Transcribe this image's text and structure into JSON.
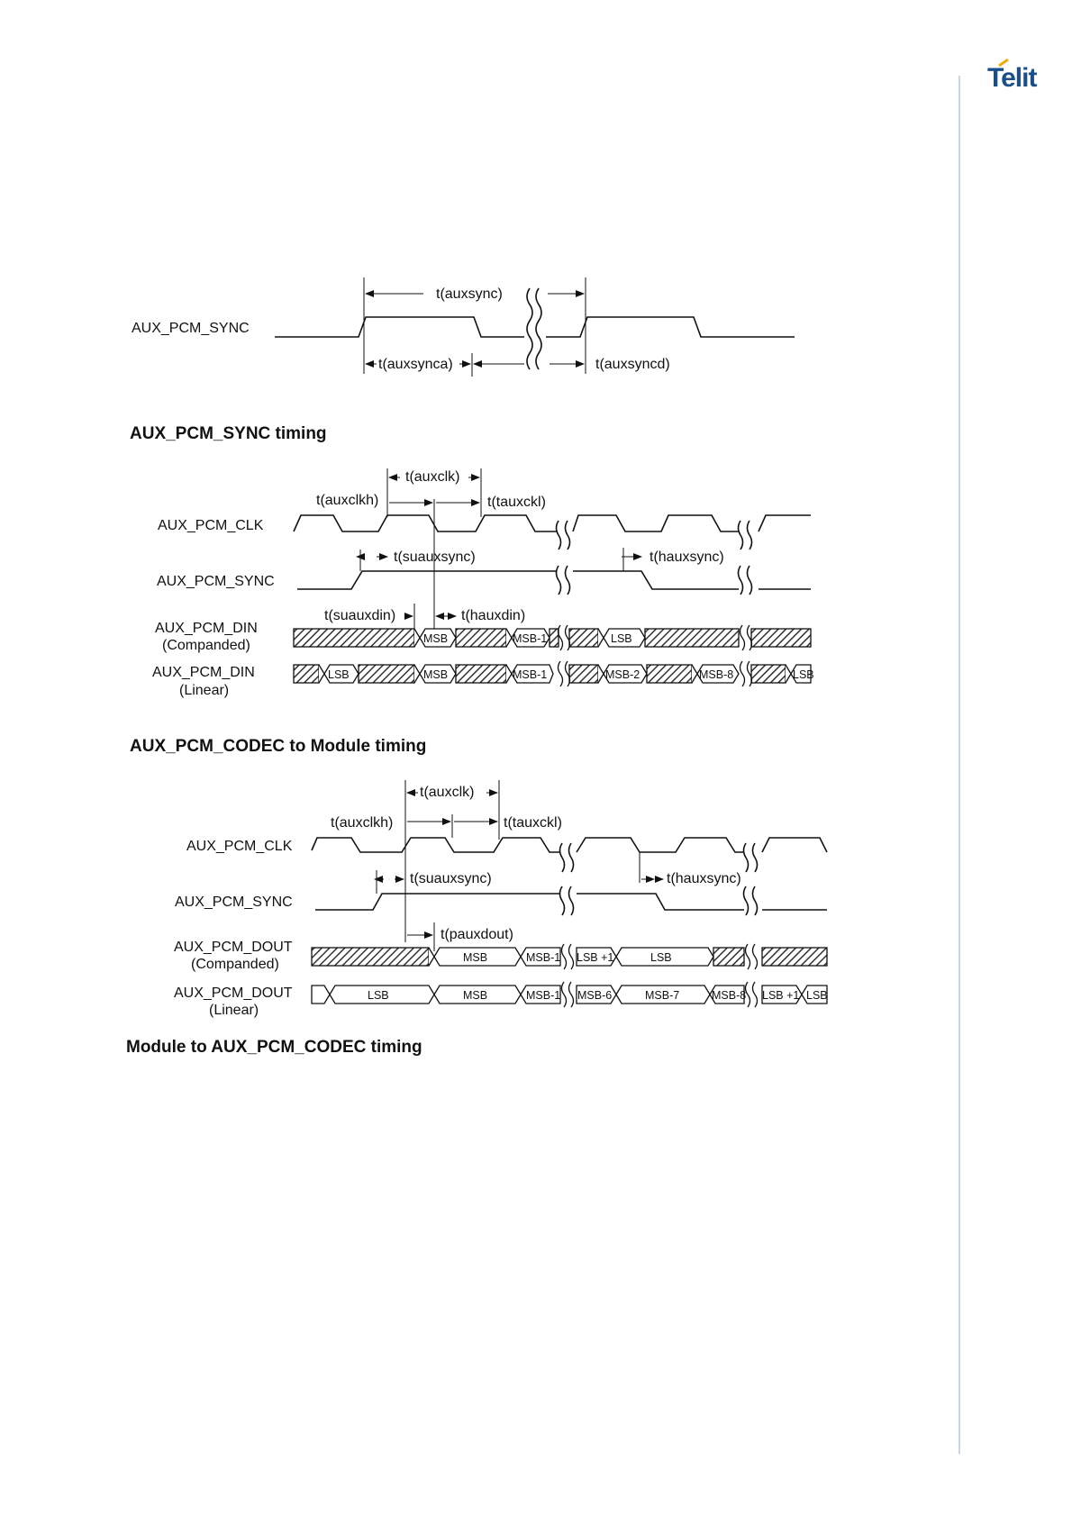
{
  "header": {
    "logo_text": "Telit",
    "brand_color": "#1b4f8a",
    "accent_color": "#f2a900"
  },
  "figures": [
    {
      "caption": "AUX_PCM_SYNC timing",
      "signals": [
        "AUX_PCM_SYNC"
      ],
      "annotations": [
        "t(auxsync)",
        "t(auxsynca)",
        "t(auxsyncd)"
      ]
    },
    {
      "caption": "AUX_PCM_CODEC to Module timing",
      "signals": [
        "AUX_PCM_CLK",
        "AUX_PCM_SYNC",
        "AUX_PCM_DIN",
        "(Companded)",
        "AUX_PCM_DIN",
        "(Linear)"
      ],
      "annotations": [
        "t(auxclk)",
        "t(auxclkh)",
        "t(tauxckl)",
        "t(suauxsync)",
        "t(hauxsync)",
        "t(suauxdin)",
        "t(hauxdin)"
      ],
      "companded_cells": [
        "MSB",
        "MSB-1",
        "LSB"
      ],
      "linear_cells": [
        "LSB",
        "MSB",
        "MSB-1",
        "MSB-2",
        "MSB-8",
        "LSB"
      ]
    },
    {
      "caption": "Module to AUX_PCM_CODEC timing",
      "signals": [
        "AUX_PCM_CLK",
        "AUX_PCM_SYNC",
        "AUX_PCM_DOUT",
        "(Companded)",
        "AUX_PCM_DOUT",
        "(Linear)"
      ],
      "annotations": [
        "t(auxclk)",
        "t(auxclkh)",
        "t(tauxckl)",
        "t(suauxsync)",
        "t(hauxsync)",
        "t(pauxdout)"
      ],
      "companded_cells": [
        "MSB",
        "MSB-1",
        "LSB +1",
        "LSB"
      ],
      "linear_cells": [
        "LSB",
        "MSB",
        "MSB-1",
        "MSB-6",
        "MSB-7",
        "MSB-8",
        "LSB +1",
        "LSB"
      ]
    }
  ]
}
